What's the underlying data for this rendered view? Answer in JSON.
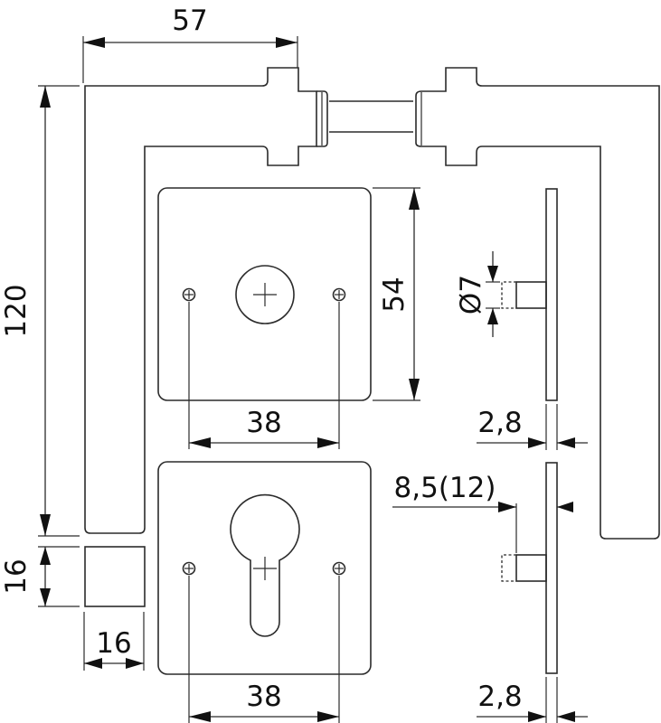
{
  "drawing": {
    "subject": "Door lever handle set with square rosettes",
    "line_color": "#2b2b2b",
    "background": "#ffffff",
    "units": "mm"
  },
  "dimensions": {
    "lever_projection": "57",
    "lever_height": "120",
    "lever_section_height": "16",
    "lever_section_width": "16",
    "rosette_height": "54",
    "top_screw_spacing": "38",
    "bottom_screw_spacing": "38",
    "spindle_diameter": "Ø7",
    "top_rosette_thickness": "2,8",
    "cylinder_offset": "8,5(12)",
    "bottom_rosette_thickness": "2,8"
  },
  "views": [
    {
      "name": "lever-pair-top-view"
    },
    {
      "name": "rosette-round-hole-front"
    },
    {
      "name": "rosette-profile-cylinder-front"
    },
    {
      "name": "rosette-side-profile-top"
    },
    {
      "name": "rosette-side-profile-bottom"
    },
    {
      "name": "lever-cross-section"
    }
  ]
}
